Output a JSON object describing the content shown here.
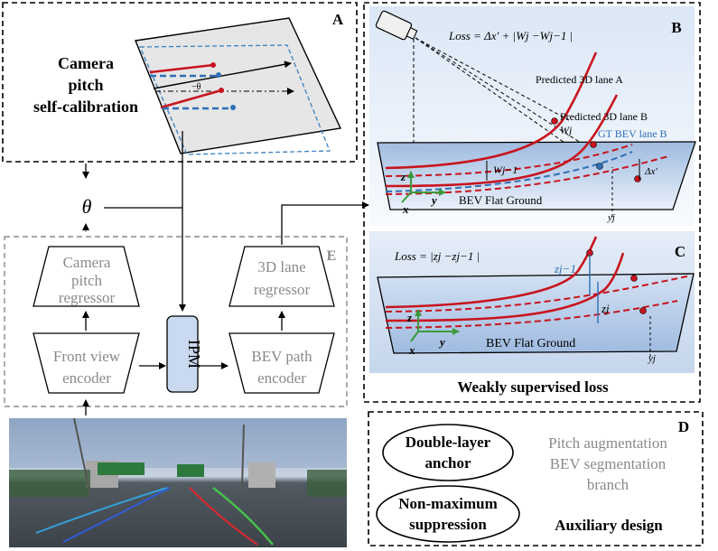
{
  "panel_a": {
    "letter": "A",
    "title_lines": [
      "Camera",
      "pitch",
      "self-calibration"
    ],
    "angle_label": "−θ"
  },
  "theta_label": "θ",
  "panel_e": {
    "letter": "E",
    "camera_pitch_regressor": [
      "Camera",
      "pitch",
      "regressor"
    ],
    "front_view_encoder": [
      "Front view",
      "encoder"
    ],
    "ipm_label": "IPM",
    "bev_path_encoder": [
      "BEV path",
      "encoder"
    ],
    "lane_regressor": [
      "3D lane",
      "regressor"
    ]
  },
  "panel_b": {
    "letter": "B",
    "loss_formula": "Loss = Δx′ + |Wj −Wj−1 |",
    "predicted_lane_a": "Predicted 3D lane A",
    "predicted_lane_b": "Predicted 3D lane B",
    "gt_bev_lane_b": "GT BEV lane B",
    "w_j": "Wj",
    "w_j_minus_1": "Wj−1",
    "delta_x": "Δx′",
    "ground_label": "BEV Flat Ground",
    "axis_z": "z",
    "axis_y": "y",
    "axis_x": "x",
    "y_j": "yj"
  },
  "panel_c": {
    "letter": "C",
    "loss_formula": "Loss = |zj −zj−1 |",
    "z_j_minus_1": "zj−1",
    "z_j": "zj",
    "ground_label": "BEV Flat Ground",
    "axis_z": "z",
    "axis_y": "y",
    "axis_x": "x",
    "y_j": "yj"
  },
  "weakly_supervised_label": "Weakly supervised loss",
  "panel_d": {
    "letter": "D",
    "double_layer_anchor": [
      "Double-layer",
      "anchor"
    ],
    "non_maximum_suppression": [
      "Non-maximum",
      "suppression"
    ],
    "pitch_augmentation": "Pitch augmentation",
    "bev_segmentation": [
      "BEV segmentation",
      "branch"
    ],
    "auxiliary_design": "Auxiliary design"
  },
  "colors": {
    "lane_red": "#c8141e",
    "gt_blue": "#2f6fb5",
    "grey_text": "#8a8a8a",
    "axis_green": "#3a9a3a",
    "ipm_fill": "#c9d9ef"
  }
}
